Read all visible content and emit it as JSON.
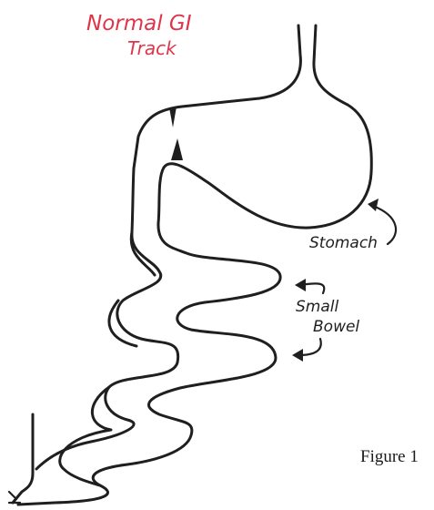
{
  "title": {
    "line1": "Normal  GI",
    "line2": "Track",
    "color": "#e0344a"
  },
  "labels": {
    "stomach": "Stomach",
    "small_bowel_line1": "Small",
    "small_bowel_line2": "Bowel"
  },
  "caption": "Figure 1"
}
